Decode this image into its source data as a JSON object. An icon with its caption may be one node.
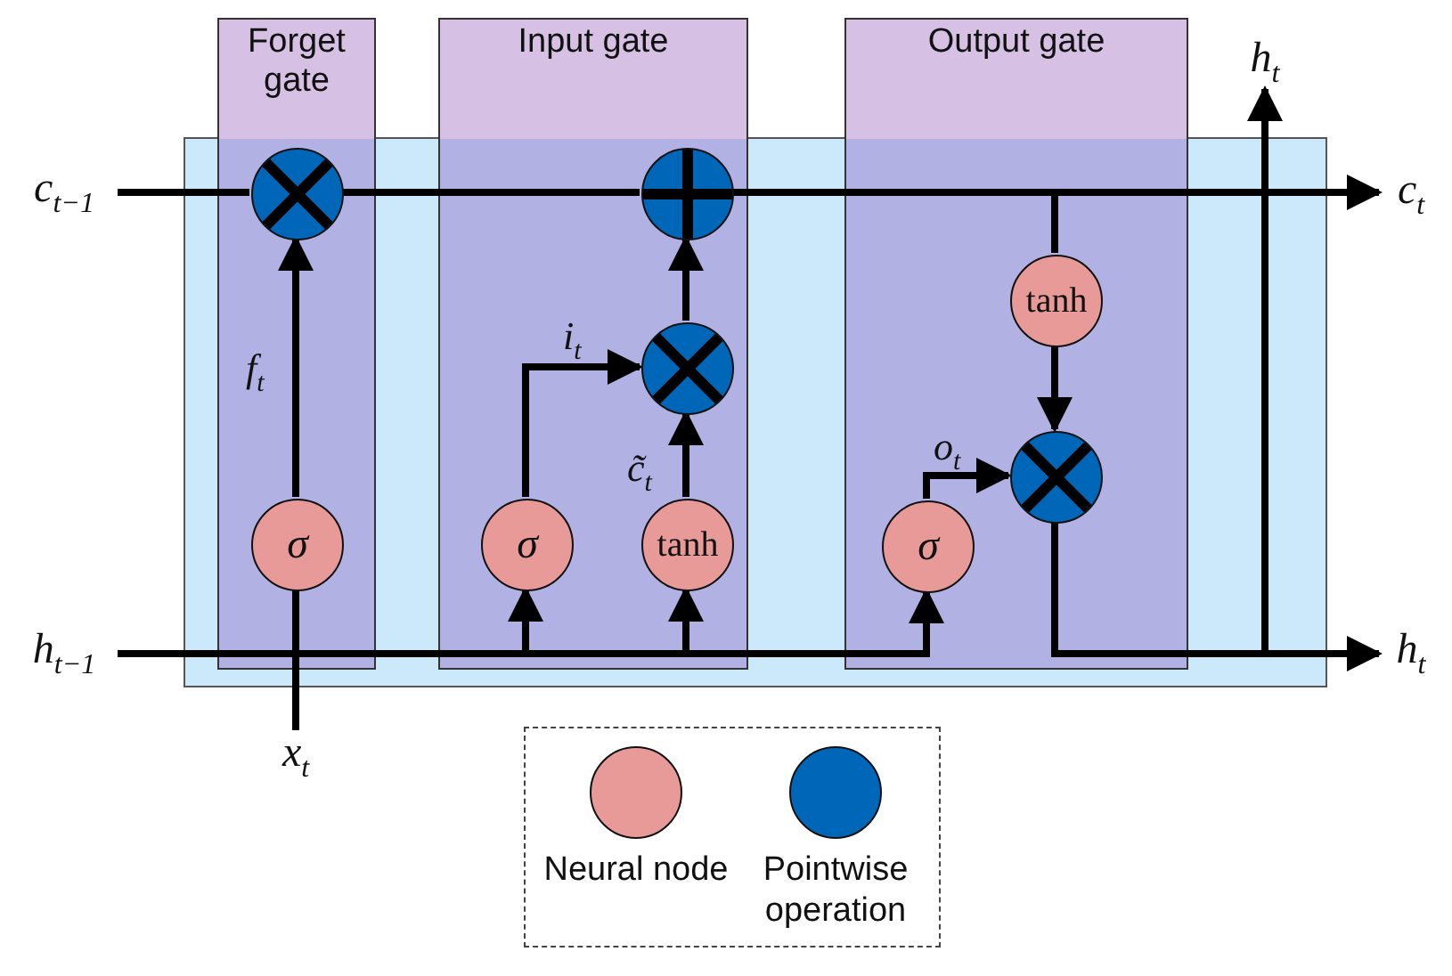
{
  "diagram": {
    "nodes": [
      {
        "text": [
          "Forget gate"
        ]
      },
      {
        "text": [
          "Input gate"
        ]
      },
      {
        "text": [
          "Output gate"
        ]
      },
      {
        "text": [
          "c$_{t−1}$"
        ]
      },
      {
        "text": [],
        "shape": "circle",
        "in": 0
      },
      {
        "text": [],
        "shape": "circle",
        "in": 1
      },
      {
        "text": [],
        "shape": "circle",
        "in": 1
      },
      {
        "text": [
          "σ"
        ],
        "in": 0
      },
      {
        "text": [
          "σ"
        ],
        "in": 1
      },
      {
        "text": [
          "tanh"
        ],
        "in": 1
      },
      {
        "text": [
          "tanh"
        ],
        "in": 2
      },
      {
        "text": [],
        "shape": "circle",
        "in": 2
      },
      {
        "text": [
          "σ"
        ],
        "in": 2
      },
      {
        "text": [
          "h$_{t−1}$"
        ]
      },
      {
        "text": [
          "x$_{t}$"
        ]
      },
      {
        "text": [
          "c$_{t}$"
        ]
      },
      {
        "text": [
          "h$_{t}$"
        ]
      },
      {
        "text": [
          "h$_{t}$"
        ]
      }
    ],
    "edges": [
      {
        "from": 3,
        "to": 4,
        "arrow": "none"
      },
      {
        "from": 4,
        "to": 5,
        "arrow": "none"
      },
      {
        "from": 5,
        "to": 15,
        "arrow": "to"
      },
      {
        "from": 14,
        "to": 7,
        "arrow": "none"
      },
      {
        "from": 7,
        "to": 4,
        "arrow": "to",
        "label": "f$_{t}$"
      },
      {
        "from": 13,
        "to": 8,
        "arrow": "to"
      },
      {
        "from": 13,
        "to": 9,
        "arrow": "to"
      },
      {
        "from": 13,
        "to": 12,
        "arrow": "to"
      },
      {
        "from": 8,
        "to": 6,
        "arrow": "to",
        "label": "i$_{t}$"
      },
      {
        "from": 9,
        "to": 6,
        "arrow": "to",
        "label": "c̃$_{t}$"
      },
      {
        "from": 6,
        "to": 5,
        "arrow": "to"
      },
      {
        "from": 5,
        "to": 10,
        "arrow": "none"
      },
      {
        "from": 10,
        "to": 11,
        "arrow": "to"
      },
      {
        "from": 12,
        "to": 11,
        "arrow": "to",
        "label": "o$_{t}$"
      },
      {
        "from": 11,
        "to": 16,
        "arrow": "to"
      },
      {
        "from": 11,
        "to": 17,
        "arrow": "to"
      }
    ],
    "legend": [
      {
        "text": "Neural node",
        "color": "#e89a98"
      },
      {
        "text": "Pointwise operation",
        "color": "#0067b8"
      }
    ]
  }
}
